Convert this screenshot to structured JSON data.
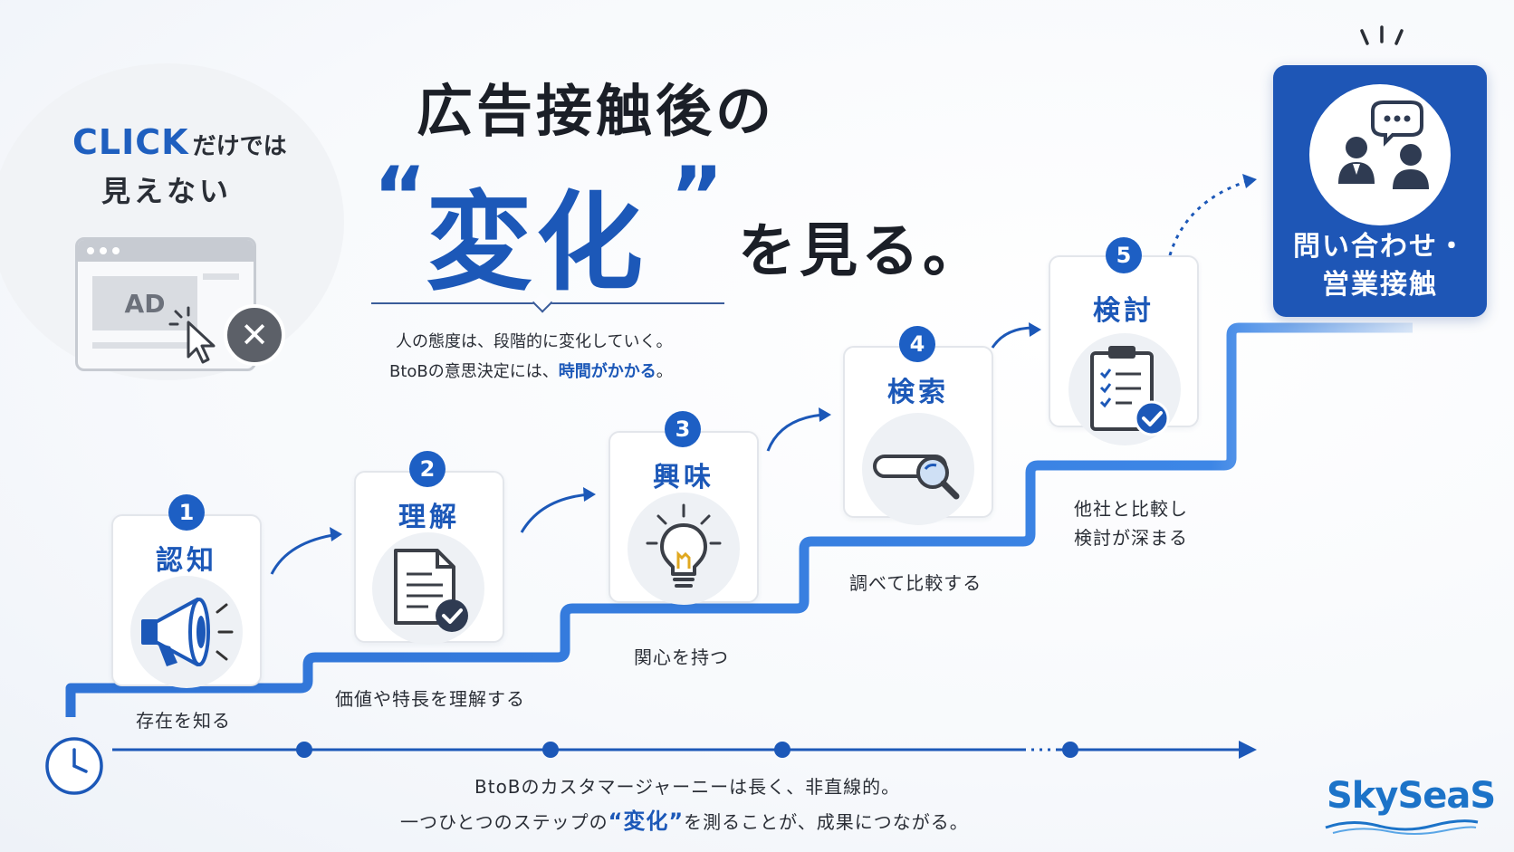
{
  "intro": {
    "click_word": "CLICK",
    "click_rest": "だけでは",
    "line2": "見えない",
    "ad_label": "AD"
  },
  "title": {
    "line1": "広告接触後の",
    "open_quote": "“",
    "emphasis": "変化",
    "close_quote": "”",
    "line2_rest": "を見る。"
  },
  "subtitle": {
    "line1": "人の態度は、段階的に変化していく。",
    "line2_prefix": "BtoBの意思決定には、",
    "line2_highlight": "時間がかかる",
    "line2_suffix": "。"
  },
  "steps": [
    {
      "num": "1",
      "title": "認知",
      "caption": "存在を知る",
      "icon": "megaphone-icon"
    },
    {
      "num": "2",
      "title": "理解",
      "caption": "価値や特長を理解する",
      "icon": "document-check-icon"
    },
    {
      "num": "3",
      "title": "興味",
      "caption": "関心を持つ",
      "icon": "lightbulb-icon"
    },
    {
      "num": "4",
      "title": "検索",
      "caption": "調べて比較する",
      "icon": "search-bar-icon"
    },
    {
      "num": "5",
      "title": "検討",
      "caption_line1": "他社と比較し",
      "caption_line2": "検討が深まる",
      "icon": "clipboard-check-icon"
    }
  ],
  "goal": {
    "line1": "問い合わせ・",
    "line2": "営業接触",
    "icon": "consultation-icon"
  },
  "bottom": {
    "line1": "BtoBのカスタマージャーニーは長く、非直線的。",
    "line2_prefix": "一つひとつのステップの",
    "line2_highlight": "“変化”",
    "line2_suffix": "を測ることが、成果につながる。"
  },
  "brand": "SkySeaS",
  "colors": {
    "primary_blue": "#1c58b8",
    "goal_blue": "#1e56b6",
    "brand_blue": "#1c73c8",
    "gray_circle": "#f1f3f6"
  }
}
